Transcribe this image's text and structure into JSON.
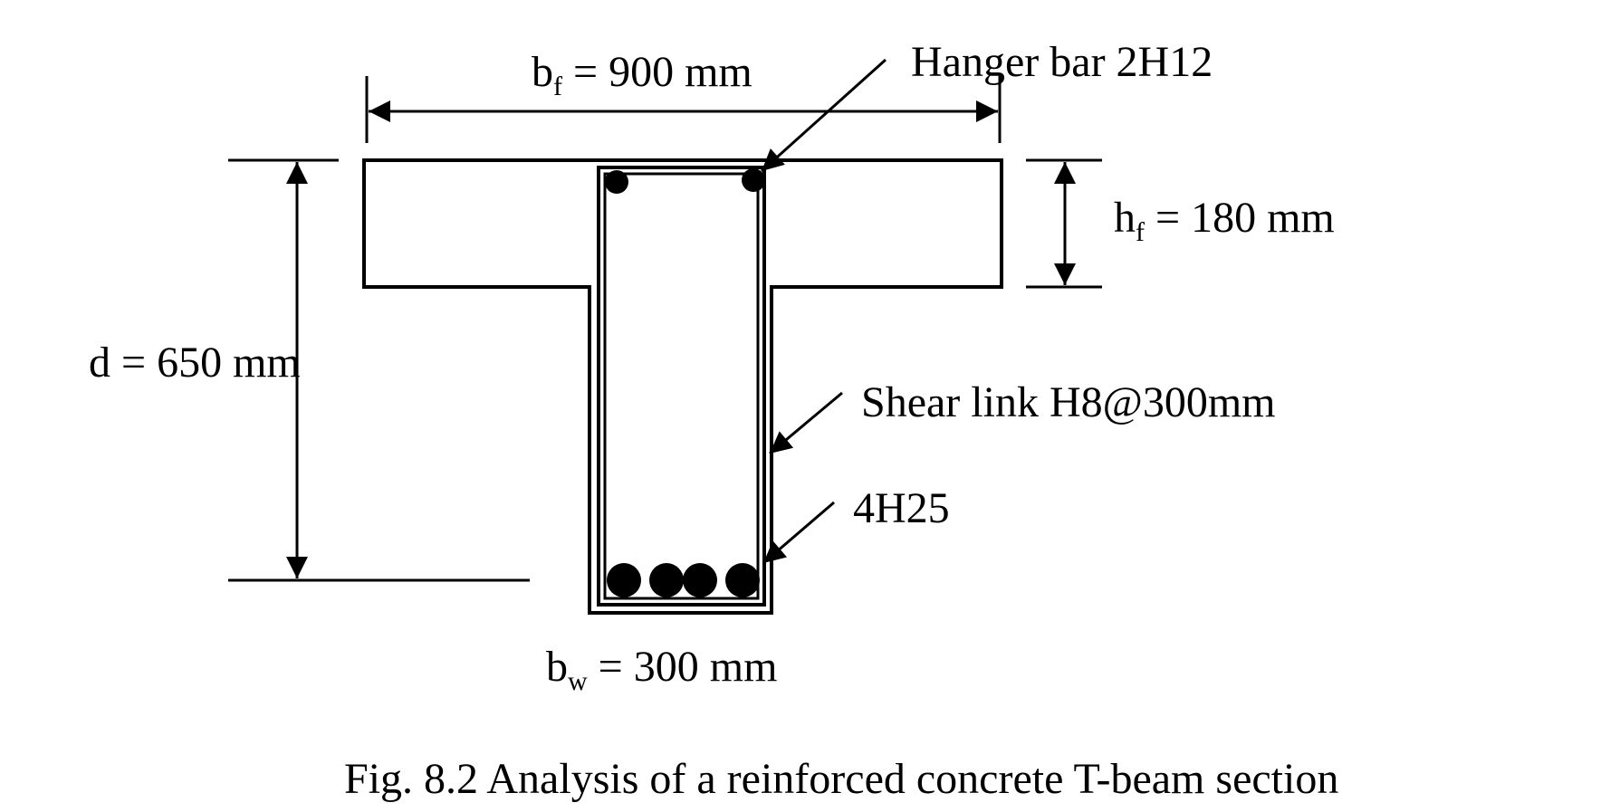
{
  "diagram": {
    "flange_width": {
      "var": "b",
      "sub": "f",
      "rest": " = 900 mm"
    },
    "flange_height": {
      "var": "h",
      "sub": "f",
      "rest": " = 180 mm"
    },
    "effective_depth": {
      "text": "d = 650 mm"
    },
    "web_width": {
      "var": "b",
      "sub": "w",
      "rest": " = 300 mm"
    },
    "hanger_bar": "Hanger bar 2H12",
    "shear_link": "Shear link H8@300mm",
    "bottom_bars": "4H25",
    "caption": "Fig. 8.2 Analysis of a reinforced concrete T-beam section"
  }
}
